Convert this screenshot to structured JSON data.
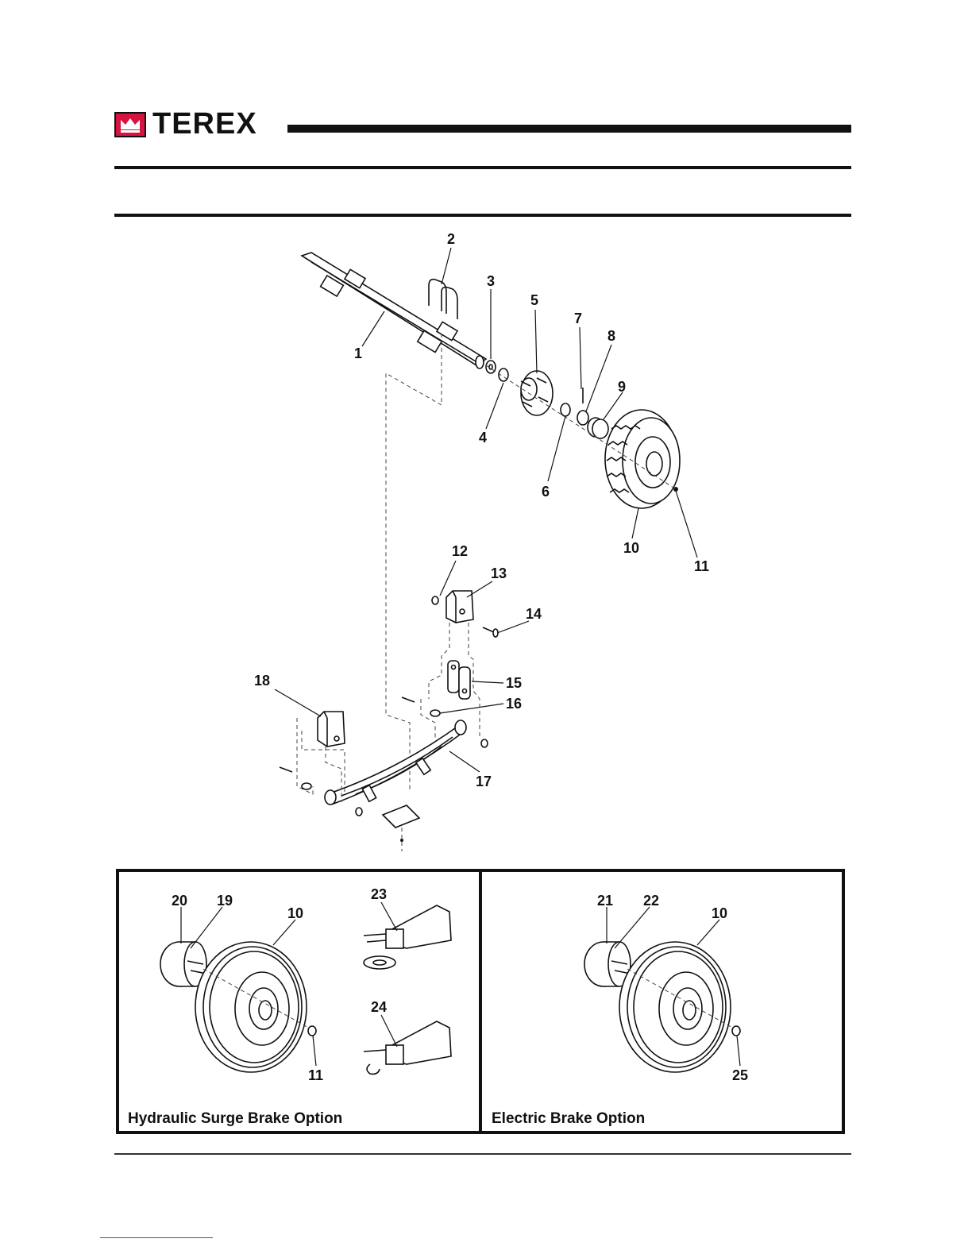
{
  "header": {
    "brand": "TEREX"
  },
  "callouts": {
    "c1": "1",
    "c2": "2",
    "c3": "3",
    "c4": "4",
    "c5": "5",
    "c6": "6",
    "c7": "7",
    "c8": "8",
    "c9": "9",
    "c10": "10",
    "c11": "11",
    "c12": "12",
    "c13": "13",
    "c14": "14",
    "c15": "15",
    "c16": "16",
    "c17": "17",
    "c18": "18"
  },
  "panel_left": {
    "caption": "Hydraulic Surge Brake Option",
    "callouts": {
      "c20": "20",
      "c19": "19",
      "c10": "10",
      "c23": "23",
      "c24": "24",
      "c11": "11"
    }
  },
  "panel_right": {
    "caption": "Electric Brake Option",
    "callouts": {
      "c21": "21",
      "c22": "22",
      "c10": "10",
      "c25": "25"
    }
  },
  "colors": {
    "brand_red": "#d6143f",
    "ink": "#111111"
  }
}
